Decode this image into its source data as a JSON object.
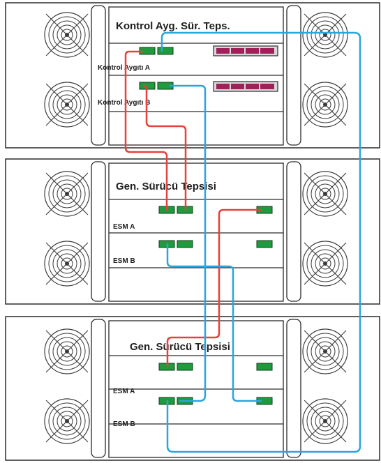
{
  "controller_tray": {
    "title": "Kontrol Ayg. Sür. Teps.",
    "controllers": [
      {
        "label": "Kontrol Aygıtı A"
      },
      {
        "label": "Kontrol Aygıtı B"
      }
    ]
  },
  "drive_trays": [
    {
      "title": "Gen. Sürücü Tepsisi",
      "esm_labels": [
        "ESM A",
        "ESM B"
      ]
    },
    {
      "title": "Gen. Sürücü Tepsisi",
      "esm_labels": [
        "ESM A",
        "ESM B"
      ]
    }
  ],
  "colors": {
    "cable_red": "#e8403c",
    "cable_blue": "#2aa6dc",
    "port_green": "#1f9a3c",
    "indicator_magenta": "#a0205a"
  }
}
